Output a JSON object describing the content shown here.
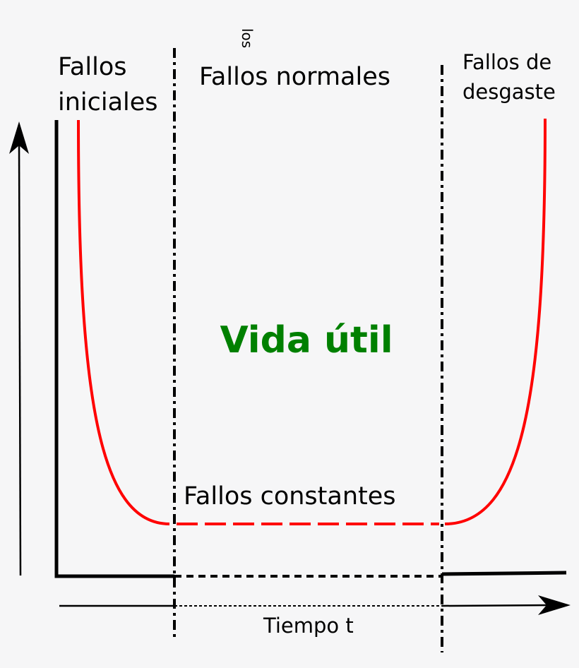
{
  "labels": {
    "early_line1": "Fallos",
    "early_line2": "iniciales",
    "normal": "Fallos normales",
    "rotated_small": "los",
    "wear_line1": "Fallos de",
    "wear_line2": "desgaste",
    "useful_life": "Vida útil",
    "constant": "Fallos constantes",
    "time_axis": "Tiempo t"
  },
  "colors": {
    "curve": "#ff0000",
    "useful_life_text": "#008000",
    "axes": "#000000",
    "background": "#f6f6f7"
  }
}
